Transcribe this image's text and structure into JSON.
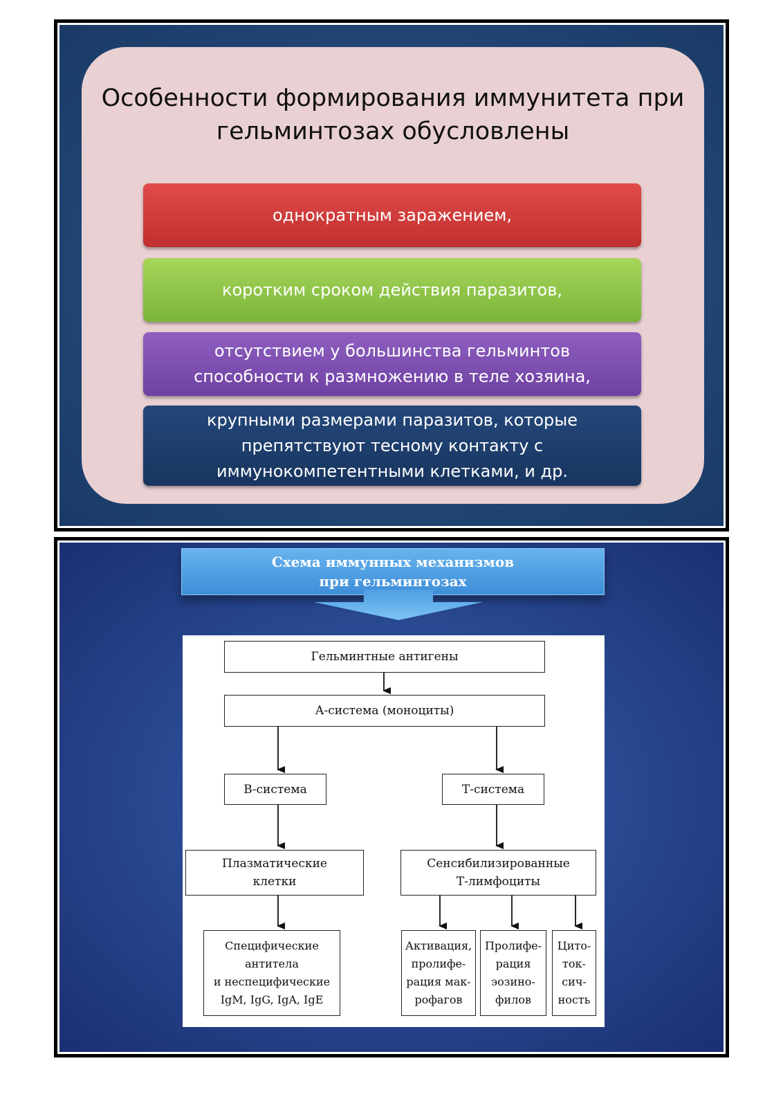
{
  "slide1": {
    "title": "Особенности формирования иммунитета при гельминтозах обусловлены",
    "factors": [
      {
        "label": "однократным заражением,",
        "color": "#d43c3b"
      },
      {
        "label": "коротким сроком действия паразитов,",
        "color": "#8fc44a"
      },
      {
        "label": "отсутствием у большинства гельминтов\nспособности к размножению в теле хозяина,",
        "color": "#7f50b2"
      },
      {
        "label": "крупными размерами паразитов, которые\nпрепятствуют тесному контакту с\nиммунокомпетентными клетками, и др.",
        "color": "#1f3f6d"
      }
    ],
    "background_color": "#234777",
    "card_color": "#e9d0d3"
  },
  "slide2": {
    "banner_title": "Схема иммунных механизмов\nпри гельминтозах",
    "banner_color": "#4fa1e4",
    "diagram": {
      "root": "Гельминтные антигены",
      "a_system": "А-система (моноциты)",
      "b_system": "В-система",
      "t_system": "Т-система",
      "plasma_cells": "Плазматические\nклетки",
      "sensitized": "Сенсибилизированные\nТ-лимфоциты",
      "antibodies": "Специфические\nантитела\nи неспецифические\nIgM, IgG, IgA, IgE",
      "activation": "Активация,\nпролифе-\nрация мак-\nрофагов",
      "proliferation": "Пролифе-\nрация\nэозино-\nфилов",
      "cytotoxicity": "Цито-\nток-\nсич-\nность"
    }
  }
}
